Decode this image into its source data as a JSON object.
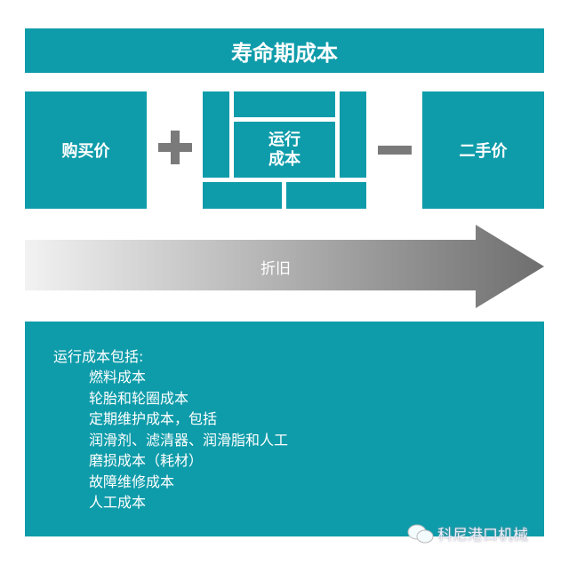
{
  "title": "寿命期成本",
  "purchase_price": "购买价",
  "operating_cost": {
    "line1": "运行",
    "line2": "成本"
  },
  "resale_price": "二手价",
  "depreciation": "折旧",
  "operating_cost_includes": {
    "heading": "运行成本包括:",
    "items": [
      "燃料成本",
      "轮胎和轮圈成本",
      "定期维护成本，包括",
      "润滑剂、滤清器、润滑脂和人工",
      "磨损成本（耗材）",
      "故障维修成本",
      "人工成本"
    ]
  },
  "watermark": "科尼港口机械",
  "colors": {
    "teal": "#0f9caa",
    "operator": "#7a7a7a"
  }
}
